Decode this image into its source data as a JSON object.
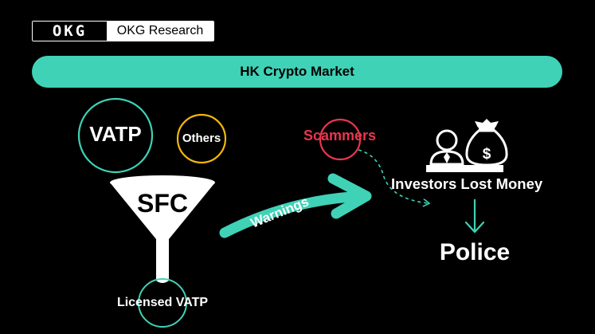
{
  "brand": {
    "logo_text": "OKG",
    "name": "OKG Research"
  },
  "market_bar": {
    "title": "HK Crypto Market"
  },
  "funnel": {
    "vatp_label": "VATP",
    "others_label": "Others",
    "sfc_label": "SFC",
    "licensed_label": "Licensed VATP"
  },
  "flow": {
    "warnings_label": "Warnings",
    "scammers_label": "Scammers",
    "investors_label": "Investors Lost Money",
    "police_label": "Police"
  },
  "colors": {
    "background": "#000000",
    "accent_teal": "#3fd2b6",
    "scammer_red": "#e8364d",
    "others_yellow": "#f5b70a",
    "text_white": "#ffffff"
  },
  "icons": {
    "investor": "person-at-desk-icon",
    "money": "money-bag-icon",
    "arrow_down": "arrow-down-icon"
  }
}
